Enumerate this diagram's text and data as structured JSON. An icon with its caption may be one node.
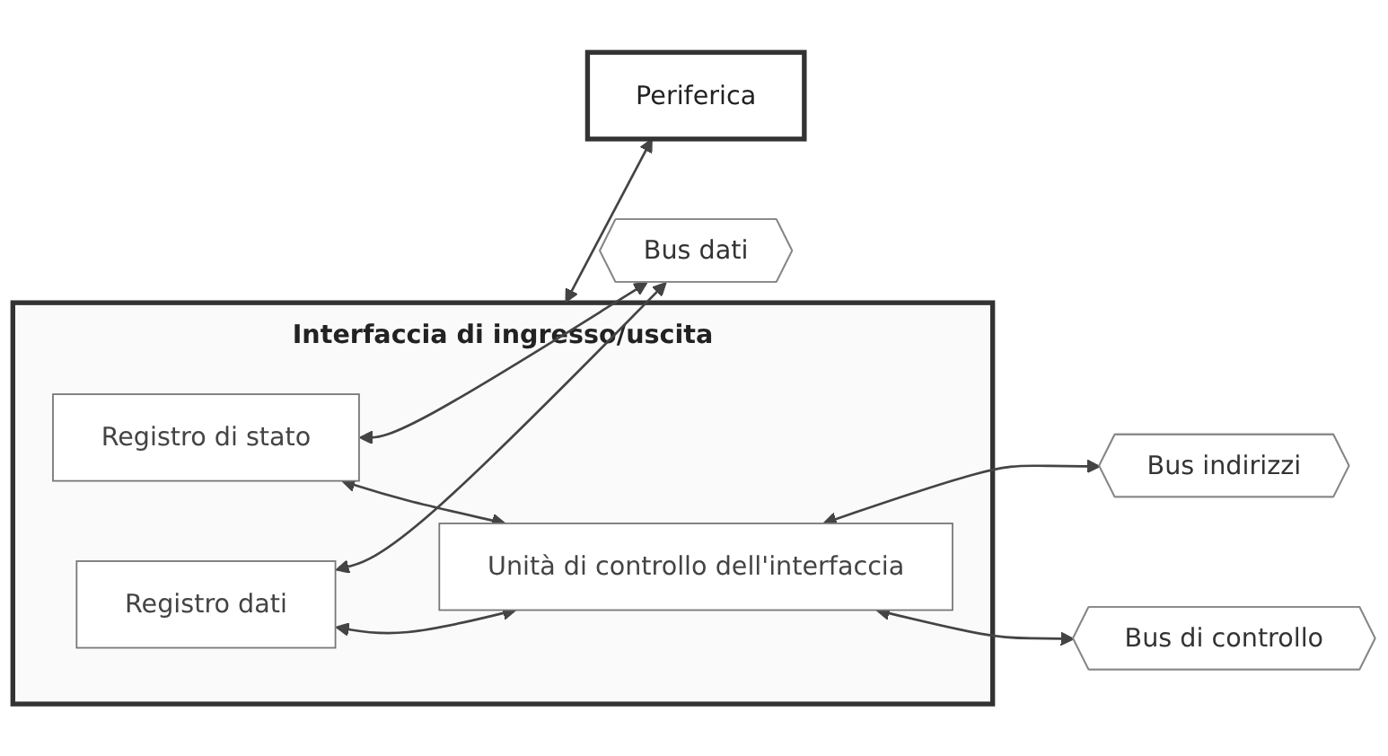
{
  "diagram": {
    "nodes": [
      {
        "text": [
          "Interfaccia di ingresso/uscita"
        ]
      },
      {
        "text": [
          "Registro di stato"
        ],
        "in": 0
      },
      {
        "text": [
          "Unità di controllo dell'interfaccia"
        ],
        "in": 0
      },
      {
        "text": [
          "Registro dati"
        ],
        "in": 0
      },
      {
        "text": [
          "Periferica"
        ]
      },
      {
        "text": [
          "Bus indirizzi"
        ]
      },
      {
        "text": [
          "Bus dati"
        ]
      },
      {
        "text": [
          "Bus di controllo"
        ]
      }
    ],
    "edges": [
      {
        "from": 1,
        "to": 2,
        "arrow": "both"
      },
      {
        "from": 3,
        "to": 2,
        "arrow": "both"
      },
      {
        "from": 0,
        "to": 4,
        "arrow": "both"
      },
      {
        "from": 3,
        "to": 6,
        "arrow": "both"
      },
      {
        "from": 1,
        "to": 6,
        "arrow": "both"
      },
      {
        "from": 2,
        "to": 7,
        "arrow": "both"
      },
      {
        "from": 2,
        "to": 5,
        "arrow": "both"
      }
    ]
  }
}
